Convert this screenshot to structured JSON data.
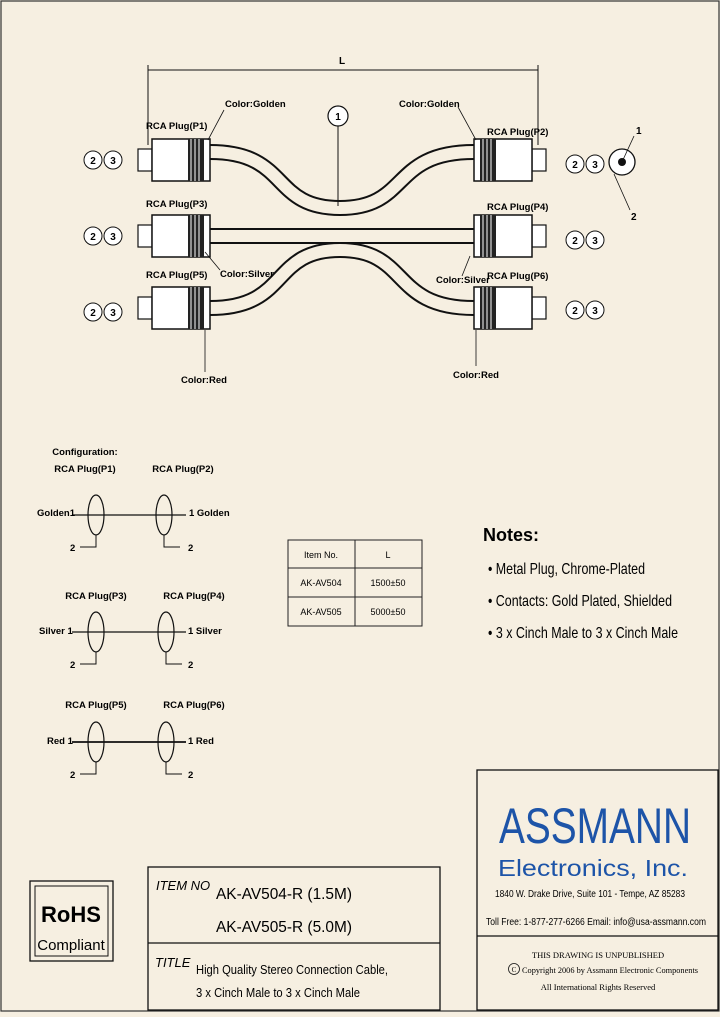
{
  "drawing": {
    "length_label": "L",
    "cable_number": "1",
    "pin2": "2",
    "pin3": "3",
    "pin_center": "1",
    "pin_outer": "2",
    "p1": "RCA Plug(P1)",
    "p2": "RCA Plug(P2)",
    "p3": "RCA Plug(P3)",
    "p4": "RCA Plug(P4)",
    "p5": "RCA Plug(P5)",
    "p6": "RCA Plug(P6)",
    "color_golden": "Color:Golden",
    "color_silver": "Color:Silver",
    "color_red": "Color:Red"
  },
  "configuration": {
    "heading": "Configuration:",
    "p1": "RCA Plug(P1)",
    "p2": "RCA Plug(P2)",
    "p3": "RCA Plug(P3)",
    "p4": "RCA Plug(P4)",
    "p5": "RCA Plug(P5)",
    "p6": "RCA Plug(P6)",
    "golden_left": "Golden1",
    "golden_right": "1 Golden",
    "silver_left": "Silver  1",
    "silver_right": "1  Silver",
    "red_left": "Red  1",
    "red_right": "1  Red",
    "pin2": "2"
  },
  "table": {
    "headers": [
      "Item No.",
      "L"
    ],
    "rows": [
      [
        "AK-AV504",
        "1500±50"
      ],
      [
        "AK-AV505",
        "5000±50"
      ]
    ]
  },
  "notes": {
    "heading": "Notes:",
    "items": [
      "• Metal Plug, Chrome-Plated",
      "• Contacts: Gold Plated, Shielded",
      "• 3 x Cinch Male to 3 x Cinch Male"
    ]
  },
  "rohs": {
    "line1": "RoHS",
    "line2": "Compliant"
  },
  "title_block": {
    "item_label": "ITEM NO",
    "item1": "AK-AV504-R  (1.5M)",
    "item2": "AK-AV505-R  (5.0M)",
    "title_label": "TITLE",
    "title1": "High Quality Stereo Connection Cable,",
    "title2": "3 x Cinch Male to 3 x Cinch Male"
  },
  "company": {
    "logo": "ASSMANN",
    "sub": "Electronics, Inc.",
    "address": "1840 W. Drake Drive, Suite 101  -  Tempe, AZ 85283",
    "phone": "Toll Free: 1-877-277-6266   Email: info@usa-assmann.com",
    "notice": "THIS DRAWING IS UNPUBLISHED",
    "copyright_symbol": "C",
    "copyright": "Copyright 2006 by Assmann Electronic Components",
    "rights": "All International Rights Reserved"
  },
  "colors": {
    "background": "#f6efe1",
    "ink": "#111111",
    "logo": "#1d54a8"
  }
}
